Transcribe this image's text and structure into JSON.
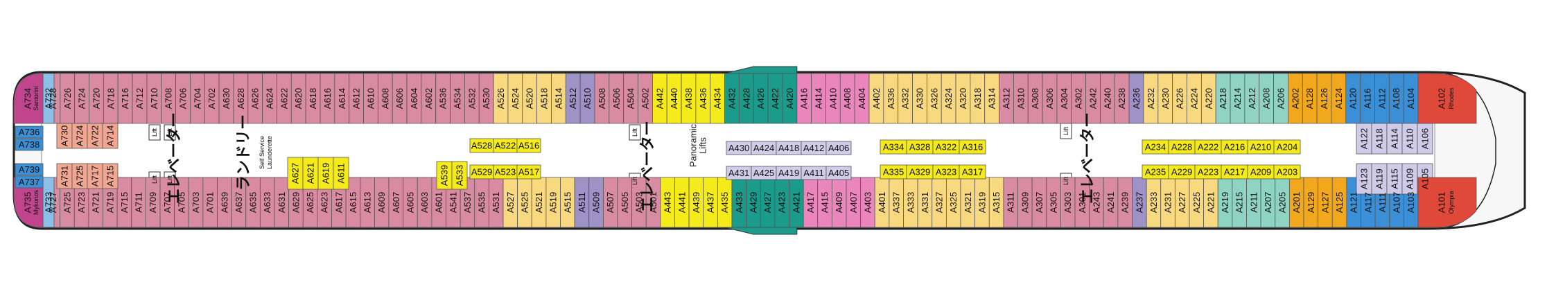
{
  "deck": {
    "colors": {
      "pink": "#d88ba2",
      "salmon": "#f0a690",
      "yellow": "#f8d980",
      "bright_yellow": "#f5eb1a",
      "orange": "#f2a81d",
      "teal": "#8fd3c3",
      "dark_teal": "#1a9b8b",
      "purple": "#9d93c6",
      "lavender": "#cfcbe8",
      "blue": "#3b8fd6",
      "light_blue": "#8bbfe8",
      "magenta": "#c1458c",
      "hot_pink": "#ea86bb",
      "red": "#e0483a",
      "white": "#ffffff",
      "hull": "#222222"
    },
    "labels": {
      "elevator_left": "エレベーター",
      "elevator_mid": "エレベーター",
      "elevator_right": "エレベーター",
      "laundry": "ランドリー",
      "self_service": "Self Service",
      "launderette": "Launderette",
      "panoramic": "Panoramic",
      "lifts": "Lifts",
      "lift": "Lift"
    },
    "top_row": [
      {
        "label": "A728",
        "color": "pink"
      },
      {
        "label": "A726",
        "color": "pink"
      },
      {
        "label": "A724",
        "color": "pink"
      },
      {
        "label": "A720",
        "color": "pink"
      },
      {
        "label": "A718",
        "color": "pink"
      },
      {
        "label": "A716",
        "color": "pink"
      },
      {
        "label": "A712",
        "color": "pink"
      },
      {
        "label": "A710",
        "color": "pink"
      },
      {
        "label": "A708",
        "color": "pink"
      },
      {
        "label": "A706",
        "color": "pink"
      },
      {
        "label": "A704",
        "color": "pink"
      },
      {
        "label": "A702",
        "color": "pink"
      },
      {
        "label": "A630",
        "color": "pink"
      },
      {
        "label": "A628",
        "color": "pink"
      },
      {
        "label": "A626",
        "color": "pink"
      },
      {
        "label": "A624",
        "color": "pink"
      },
      {
        "label": "A622",
        "color": "pink"
      },
      {
        "label": "A620",
        "color": "pink"
      },
      {
        "label": "A618",
        "color": "pink"
      },
      {
        "label": "A616",
        "color": "pink"
      },
      {
        "label": "A614",
        "color": "pink"
      },
      {
        "label": "A612",
        "color": "pink"
      },
      {
        "label": "A610",
        "color": "pink"
      },
      {
        "label": "A608",
        "color": "pink"
      },
      {
        "label": "A606",
        "color": "pink"
      },
      {
        "label": "A604",
        "color": "pink"
      },
      {
        "label": "A602",
        "color": "pink"
      },
      {
        "label": "A536",
        "color": "pink"
      },
      {
        "label": "A534",
        "color": "pink"
      },
      {
        "label": "A532",
        "color": "pink"
      },
      {
        "label": "A530",
        "color": "pink"
      },
      {
        "label": "A526",
        "color": "yellow"
      },
      {
        "label": "A524",
        "color": "yellow"
      },
      {
        "label": "A520",
        "color": "yellow"
      },
      {
        "label": "A518",
        "color": "yellow"
      },
      {
        "label": "A514",
        "color": "yellow"
      },
      {
        "label": "A512",
        "color": "purple"
      },
      {
        "label": "A510",
        "color": "purple"
      },
      {
        "label": "A508",
        "color": "pink"
      },
      {
        "label": "A506",
        "color": "pink"
      },
      {
        "label": "A504",
        "color": "pink"
      },
      {
        "label": "A502",
        "color": "pink"
      },
      {
        "label": "A442",
        "color": "bright_yellow"
      },
      {
        "label": "A440",
        "color": "bright_yellow"
      },
      {
        "label": "A438",
        "color": "bright_yellow"
      },
      {
        "label": "A436",
        "color": "bright_yellow"
      },
      {
        "label": "A434",
        "color": "bright_yellow"
      },
      {
        "label": "A432",
        "color": "dark_teal"
      },
      {
        "label": "A428",
        "color": "dark_teal"
      },
      {
        "label": "A426",
        "color": "dark_teal"
      },
      {
        "label": "A422",
        "color": "dark_teal"
      },
      {
        "label": "A420",
        "color": "dark_teal"
      },
      {
        "label": "A416",
        "color": "hot_pink"
      },
      {
        "label": "A414",
        "color": "hot_pink"
      },
      {
        "label": "A410",
        "color": "hot_pink"
      },
      {
        "label": "A408",
        "color": "hot_pink"
      },
      {
        "label": "A404",
        "color": "hot_pink"
      },
      {
        "label": "A402",
        "color": "yellow"
      },
      {
        "label": "A336",
        "color": "yellow"
      },
      {
        "label": "A332",
        "color": "yellow"
      },
      {
        "label": "A330",
        "color": "yellow"
      },
      {
        "label": "A326",
        "color": "yellow"
      },
      {
        "label": "A324",
        "color": "yellow"
      },
      {
        "label": "A320",
        "color": "yellow"
      },
      {
        "label": "A318",
        "color": "yellow"
      },
      {
        "label": "A314",
        "color": "yellow"
      },
      {
        "label": "A312",
        "color": "pink"
      },
      {
        "label": "A310",
        "color": "pink"
      },
      {
        "label": "A308",
        "color": "pink"
      },
      {
        "label": "A306",
        "color": "pink"
      },
      {
        "label": "A304",
        "color": "pink"
      },
      {
        "label": "A302",
        "color": "pink"
      },
      {
        "label": "A242",
        "color": "pink"
      },
      {
        "label": "A240",
        "color": "pink"
      },
      {
        "label": "A238",
        "color": "pink"
      },
      {
        "label": "A236",
        "color": "purple"
      },
      {
        "label": "A232",
        "color": "yellow"
      },
      {
        "label": "A230",
        "color": "yellow"
      },
      {
        "label": "A226",
        "color": "yellow"
      },
      {
        "label": "A224",
        "color": "yellow"
      },
      {
        "label": "A220",
        "color": "yellow"
      },
      {
        "label": "A218",
        "color": "teal"
      },
      {
        "label": "A214",
        "color": "teal"
      },
      {
        "label": "A212",
        "color": "teal"
      },
      {
        "label": "A208",
        "color": "teal"
      },
      {
        "label": "A206",
        "color": "teal"
      },
      {
        "label": "A202",
        "color": "orange"
      },
      {
        "label": "A128",
        "color": "orange"
      },
      {
        "label": "A126",
        "color": "orange"
      },
      {
        "label": "A124",
        "color": "orange"
      },
      {
        "label": "A120",
        "color": "blue"
      },
      {
        "label": "A116",
        "color": "blue"
      },
      {
        "label": "A112",
        "color": "blue"
      },
      {
        "label": "A108",
        "color": "blue"
      },
      {
        "label": "A104",
        "color": "blue"
      }
    ],
    "bottom_row": [
      {
        "label": "A727",
        "color": "pink"
      },
      {
        "label": "A725",
        "color": "pink"
      },
      {
        "label": "A723",
        "color": "pink"
      },
      {
        "label": "A721",
        "color": "pink"
      },
      {
        "label": "A719",
        "color": "pink"
      },
      {
        "label": "A715",
        "color": "pink"
      },
      {
        "label": "A711",
        "color": "pink"
      },
      {
        "label": "A709",
        "color": "pink"
      },
      {
        "label": "A707",
        "color": "pink"
      },
      {
        "label": "A705",
        "color": "pink"
      },
      {
        "label": "A703",
        "color": "pink"
      },
      {
        "label": "A701",
        "color": "pink"
      },
      {
        "label": "A639",
        "color": "pink"
      },
      {
        "label": "A637",
        "color": "pink"
      },
      {
        "label": "A635",
        "color": "pink"
      },
      {
        "label": "A633",
        "color": "pink"
      },
      {
        "label": "A631",
        "color": "pink"
      },
      {
        "label": "A629",
        "color": "pink"
      },
      {
        "label": "A625",
        "color": "pink"
      },
      {
        "label": "A623",
        "color": "pink"
      },
      {
        "label": "A617",
        "color": "pink"
      },
      {
        "label": "A615",
        "color": "pink"
      },
      {
        "label": "A613",
        "color": "pink"
      },
      {
        "label": "A609",
        "color": "pink"
      },
      {
        "label": "A607",
        "color": "pink"
      },
      {
        "label": "A605",
        "color": "pink"
      },
      {
        "label": "A603",
        "color": "pink"
      },
      {
        "label": "A601",
        "color": "pink"
      },
      {
        "label": "A541",
        "color": "pink"
      },
      {
        "label": "A537",
        "color": "pink"
      },
      {
        "label": "A535",
        "color": "pink"
      },
      {
        "label": "A531",
        "color": "pink"
      },
      {
        "label": "A527",
        "color": "yellow"
      },
      {
        "label": "A525",
        "color": "yellow"
      },
      {
        "label": "A521",
        "color": "yellow"
      },
      {
        "label": "A519",
        "color": "yellow"
      },
      {
        "label": "A515",
        "color": "yellow"
      },
      {
        "label": "A511",
        "color": "purple"
      },
      {
        "label": "A509",
        "color": "purple"
      },
      {
        "label": "A507",
        "color": "pink"
      },
      {
        "label": "A505",
        "color": "pink"
      },
      {
        "label": "A503",
        "color": "pink"
      },
      {
        "label": "A501",
        "color": "pink"
      },
      {
        "label": "A443",
        "color": "bright_yellow"
      },
      {
        "label": "A441",
        "color": "bright_yellow"
      },
      {
        "label": "A439",
        "color": "bright_yellow"
      },
      {
        "label": "A437",
        "color": "bright_yellow"
      },
      {
        "label": "A435",
        "color": "bright_yellow"
      },
      {
        "label": "A433",
        "color": "dark_teal"
      },
      {
        "label": "A429",
        "color": "dark_teal"
      },
      {
        "label": "A427",
        "color": "dark_teal"
      },
      {
        "label": "A423",
        "color": "dark_teal"
      },
      {
        "label": "A421",
        "color": "dark_teal"
      },
      {
        "label": "A417",
        "color": "hot_pink"
      },
      {
        "label": "A415",
        "color": "hot_pink"
      },
      {
        "label": "A409",
        "color": "hot_pink"
      },
      {
        "label": "A407",
        "color": "hot_pink"
      },
      {
        "label": "A403",
        "color": "hot_pink"
      },
      {
        "label": "A401",
        "color": "yellow"
      },
      {
        "label": "A337",
        "color": "yellow"
      },
      {
        "label": "A333",
        "color": "yellow"
      },
      {
        "label": "A331",
        "color": "yellow"
      },
      {
        "label": "A327",
        "color": "yellow"
      },
      {
        "label": "A325",
        "color": "yellow"
      },
      {
        "label": "A321",
        "color": "yellow"
      },
      {
        "label": "A319",
        "color": "yellow"
      },
      {
        "label": "A315",
        "color": "yellow"
      },
      {
        "label": "A311",
        "color": "pink"
      },
      {
        "label": "A309",
        "color": "pink"
      },
      {
        "label": "A307",
        "color": "pink"
      },
      {
        "label": "A305",
        "color": "pink"
      },
      {
        "label": "A303",
        "color": "pink"
      },
      {
        "label": "A301",
        "color": "pink"
      },
      {
        "label": "A243",
        "color": "pink"
      },
      {
        "label": "A241",
        "color": "pink"
      },
      {
        "label": "A239",
        "color": "pink"
      },
      {
        "label": "A237",
        "color": "purple"
      },
      {
        "label": "A233",
        "color": "yellow"
      },
      {
        "label": "A231",
        "color": "yellow"
      },
      {
        "label": "A227",
        "color": "yellow"
      },
      {
        "label": "A225",
        "color": "yellow"
      },
      {
        "label": "A221",
        "color": "yellow"
      },
      {
        "label": "A219",
        "color": "teal"
      },
      {
        "label": "A215",
        "color": "teal"
      },
      {
        "label": "A211",
        "color": "teal"
      },
      {
        "label": "A207",
        "color": "teal"
      },
      {
        "label": "A205",
        "color": "teal"
      },
      {
        "label": "A201",
        "color": "orange"
      },
      {
        "label": "A129",
        "color": "orange"
      },
      {
        "label": "A127",
        "color": "orange"
      },
      {
        "label": "A125",
        "color": "orange"
      },
      {
        "label": "A121",
        "color": "blue"
      },
      {
        "label": "A117",
        "color": "blue"
      },
      {
        "label": "A111",
        "color": "blue"
      },
      {
        "label": "A107",
        "color": "blue"
      },
      {
        "label": "A103",
        "color": "blue"
      }
    ],
    "aft": {
      "top_suite": {
        "label": "A734",
        "name": "Santorini"
      },
      "bottom_suite": {
        "label": "A735",
        "name": "Mykonos"
      },
      "A732": "A732",
      "A733": "A733",
      "left_cabins": [
        "A736",
        "A738",
        "A739",
        "A737"
      ]
    },
    "forward": {
      "top_suite": {
        "label": "A102",
        "name": "Rhodes"
      },
      "bottom_suite": {
        "label": "A101",
        "name": "Olympia"
      }
    },
    "inner_left_top": [
      "A730",
      "A724",
      "A722",
      "A714"
    ],
    "inner_left_bottom": [
      "A731",
      "A725",
      "A717",
      "A715"
    ],
    "laundry_cabins": [
      "A627",
      "A621",
      "A619",
      "A611"
    ],
    "inner_539": [
      "A539",
      "A533"
    ],
    "inner_528_row": [
      "A528",
      "A522",
      "A516"
    ],
    "inner_529_row": [
      "A529",
      "A523",
      "A517"
    ],
    "inner_430_row": [
      "A430",
      "A424",
      "A418",
      "A412",
      "A406"
    ],
    "inner_431_row": [
      "A431",
      "A425",
      "A419",
      "A411",
      "A405"
    ],
    "inner_334_row": [
      "A334",
      "A328",
      "A322",
      "A316"
    ],
    "inner_335_row": [
      "A335",
      "A329",
      "A323",
      "A317"
    ],
    "inner_234_row": [
      "A234",
      "A228",
      "A222",
      "A216",
      "A210",
      "A204"
    ],
    "inner_235_row": [
      "A235",
      "A229",
      "A223",
      "A217",
      "A209",
      "A203"
    ],
    "inner_fwd_top": [
      "A122",
      "A118",
      "A114",
      "A110",
      "A106"
    ],
    "inner_fwd_bottom": [
      "A123",
      "A119",
      "A115",
      "A109",
      "A105"
    ]
  }
}
